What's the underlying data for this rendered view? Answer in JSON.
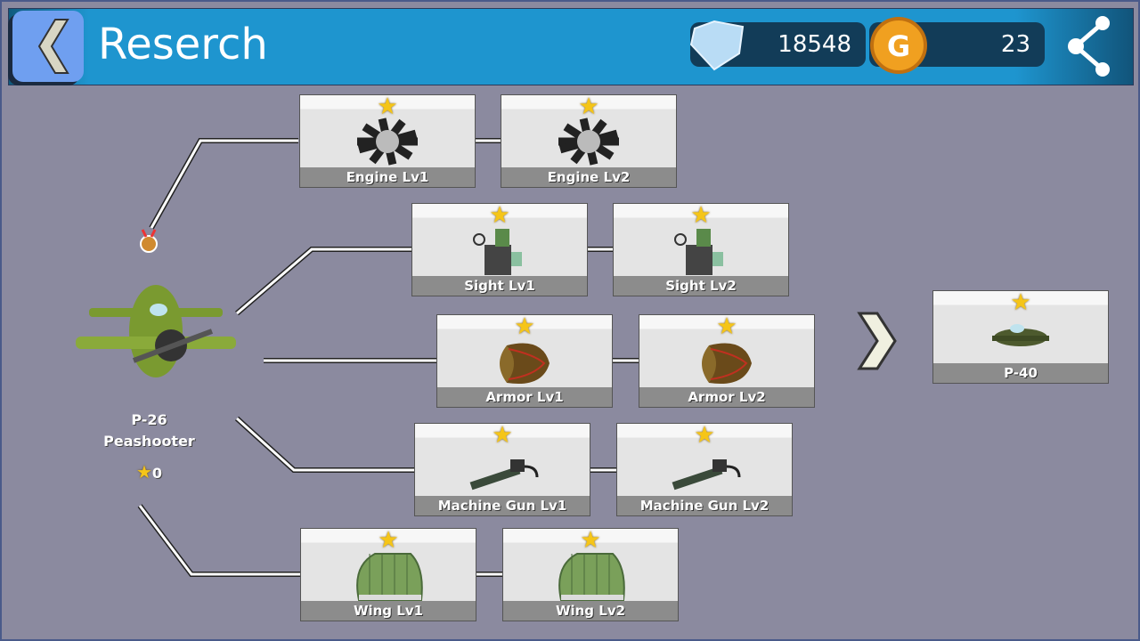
{
  "header": {
    "title": "Reserch",
    "gems": "18548",
    "gold": "23"
  },
  "colors": {
    "header": "#1e95cf",
    "background": "#8b8a9f",
    "star": "#f5c518"
  },
  "current_plane": {
    "model": "P-26",
    "name": "Peashooter",
    "stars": "0"
  },
  "upgrades": [
    {
      "label": "Engine Lv1",
      "icon": "engine-icon"
    },
    {
      "label": "Engine Lv2",
      "icon": "engine-icon"
    },
    {
      "label": "Sight Lv1",
      "icon": "sight-icon"
    },
    {
      "label": "Sight Lv2",
      "icon": "sight-icon"
    },
    {
      "label": "Armor Lv1",
      "icon": "armor-icon"
    },
    {
      "label": "Armor Lv2",
      "icon": "armor-icon"
    },
    {
      "label": "Machine Gun Lv1",
      "icon": "machine-gun-icon"
    },
    {
      "label": "Machine Gun Lv2",
      "icon": "machine-gun-icon"
    },
    {
      "label": "Wing Lv1",
      "icon": "wing-icon"
    },
    {
      "label": "Wing Lv2",
      "icon": "wing-icon"
    }
  ],
  "next_plane": {
    "label": "P-40"
  }
}
